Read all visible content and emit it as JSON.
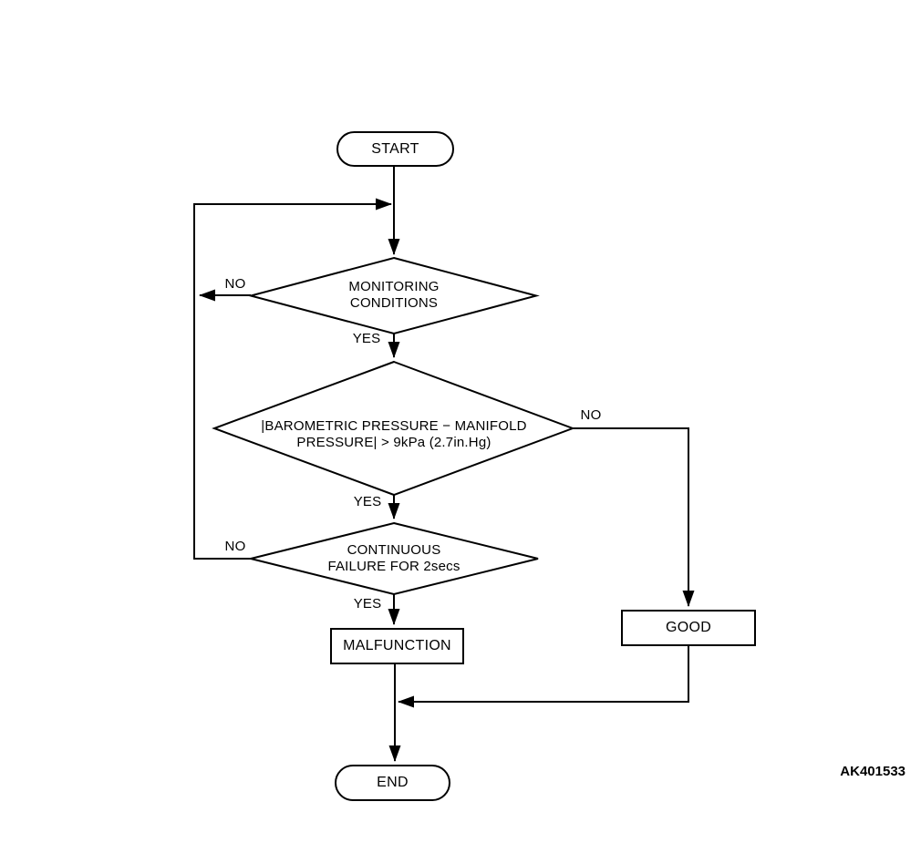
{
  "flowchart": {
    "title_hint": "diagnostic monitor flowchart",
    "terminals": {
      "start": "START",
      "end": "END"
    },
    "decisions": [
      {
        "id": "monitoring-conditions",
        "text": "MONITORING\nCONDITIONS",
        "yes_label": "YES",
        "no_label": "NO"
      },
      {
        "id": "pressure-difference",
        "text": "|BAROMETRIC PRESSURE − MANIFOLD\nPRESSURE| > 9kPa (2.7in.Hg)",
        "yes_label": "YES",
        "no_label": "NO"
      },
      {
        "id": "continuous-failure",
        "text": "CONTINUOUS\nFAILURE FOR 2secs",
        "yes_label": "YES",
        "no_label": "NO"
      }
    ],
    "results": {
      "malfunction": "MALFUNCTION",
      "good": "GOOD"
    },
    "figure_code": "AK401533"
  },
  "colors": {
    "stroke": "#000000",
    "background": "#ffffff"
  }
}
